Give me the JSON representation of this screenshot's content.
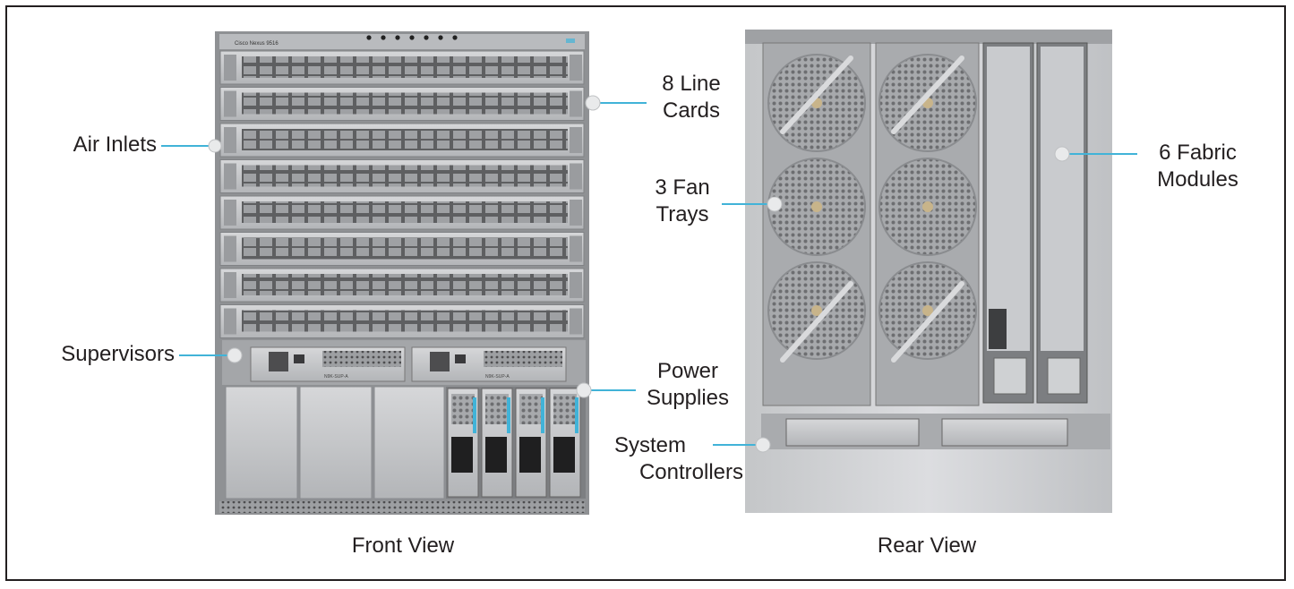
{
  "colors": {
    "callout": "#41b3d8",
    "border": "#231f20",
    "text": "#231f20",
    "steel": "#bcbec0",
    "dark": "#4d4d4f"
  },
  "front": {
    "caption": "Front View",
    "chassis_label": "Cisco Nexus 9516",
    "slot_label": "N9K-SUP-A",
    "line_card_count": 8,
    "supervisor_count": 2,
    "power_supply_count": 4,
    "blank_panel_count": 3
  },
  "rear": {
    "caption": "Rear View",
    "fan_tray_count": 3,
    "fabric_module_count": 6,
    "system_controller_count": 2
  },
  "callouts": {
    "air_inlets": "Air Inlets",
    "supervisors": "Supervisors",
    "line_cards": [
      "8 Line",
      "Cards"
    ],
    "power_supplies": [
      "Power",
      "Supplies"
    ],
    "fan_trays": [
      "3 Fan",
      "Trays"
    ],
    "system_controllers": [
      "System",
      "Controllers"
    ],
    "fabric_modules": [
      "6 Fabric",
      "Modules"
    ]
  }
}
